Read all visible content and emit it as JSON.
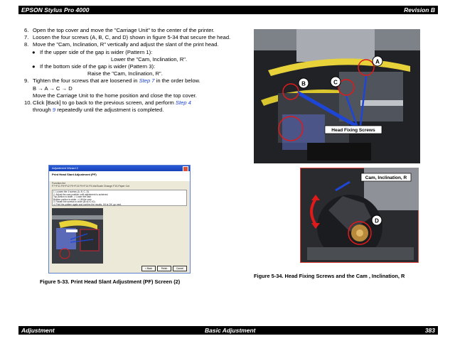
{
  "header": {
    "title": "EPSON Stylus Pro 4000",
    "revision": "Revision B"
  },
  "footer": {
    "left": "Adjustment",
    "center": "Basic Adjustment",
    "page": "383"
  },
  "steps": {
    "s6": {
      "num": "6.",
      "text": "Open the top cover and move the \"Carriage Unit\" to the center of the printer."
    },
    "s7": {
      "num": "7.",
      "text": "Loosen the four screws (A, B, C, and D) shown in figure 5-34 that secure the head."
    },
    "s8": {
      "num": "8.",
      "text": "Move the \"Cam, Inclination, R\" vertically and adjust the slant of the print head."
    },
    "b1": {
      "bullet": "●",
      "line1": "If the upper side of the gap is wider (Pattern 1):",
      "line2": "Lower the \"Cam, Inclination, R\"."
    },
    "b2": {
      "bullet": "●",
      "line1": "If the bottom side of the gap is wider  (Pattern 3):",
      "line2": "Raise the \"Cam, Inclination, R\"."
    },
    "s9": {
      "num": "9.",
      "pre": "Tighten the four screws that are loosened in ",
      "link": "Step 7",
      "post": " in the order below.",
      "order": "B → A → C → D",
      "line3": "Move the Carriage Unit to the home position and close the top cover."
    },
    "s10": {
      "num": "10.",
      "pre": "Click [Back] to go back to the previous screen, and perform ",
      "link1": "Step 4",
      "mid": "through ",
      "link2": "9",
      "post": " repeatedly until the adjustment is completed."
    }
  },
  "dialog": {
    "title": "Adjustment Wizard 2",
    "heading": "Print Head Slant Adjustment (PF)",
    "function_label": "Function list",
    "functions": "F7+F11  F9+F12  F9+F13  F9+F14  F9-Ink/Scale  Change      F10-Paper Cut",
    "instructions": [
      "1. Loosen the 4 screws (A, B, C, D).",
      "2. Adjust the cam position until adjustment is achieved.",
      "   Top portion is wider -> Lower the cam",
      "   Bottom portion is wider -> Lift the cam",
      "3. Fasten the screws in order (B>A>C>D).",
      "4. Print the pattern again and confirm the results. If it is OK, go next."
    ],
    "buttons": {
      "back": "< Back",
      "finish": "Finish",
      "cancel": "Cancel"
    }
  },
  "figures": {
    "fig33": "Figure 5-33. Print Head Slant Adjustment (PF) Screen (2)",
    "fig34": "Figure 5-34. Head Fixing Screws and the Cam , Inclination, R"
  },
  "photo_labels": {
    "a": "A",
    "b": "B",
    "c": "C",
    "d": "D",
    "head_fixing": "Head Fixing Screws",
    "cam": "Cam, Inclination, R"
  },
  "colors": {
    "arrow": "#1e46d6",
    "circle": "#e01a1a",
    "border": "#e6423c"
  }
}
